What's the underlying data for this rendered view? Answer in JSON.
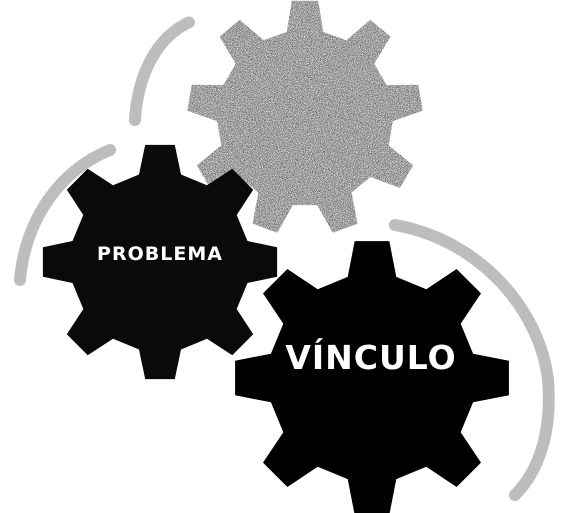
{
  "gears": [
    {
      "id": "top",
      "label": "",
      "fill": "#2e2e2e"
    },
    {
      "id": "left",
      "label": "PROBLEMA",
      "fill": "#0a0a0a",
      "text_color": "#ffffff"
    },
    {
      "id": "right",
      "label": "VÍNCULO",
      "fill": "#000000",
      "text_color": "#ffffff"
    }
  ],
  "swirl_color": "#bdbdbd"
}
